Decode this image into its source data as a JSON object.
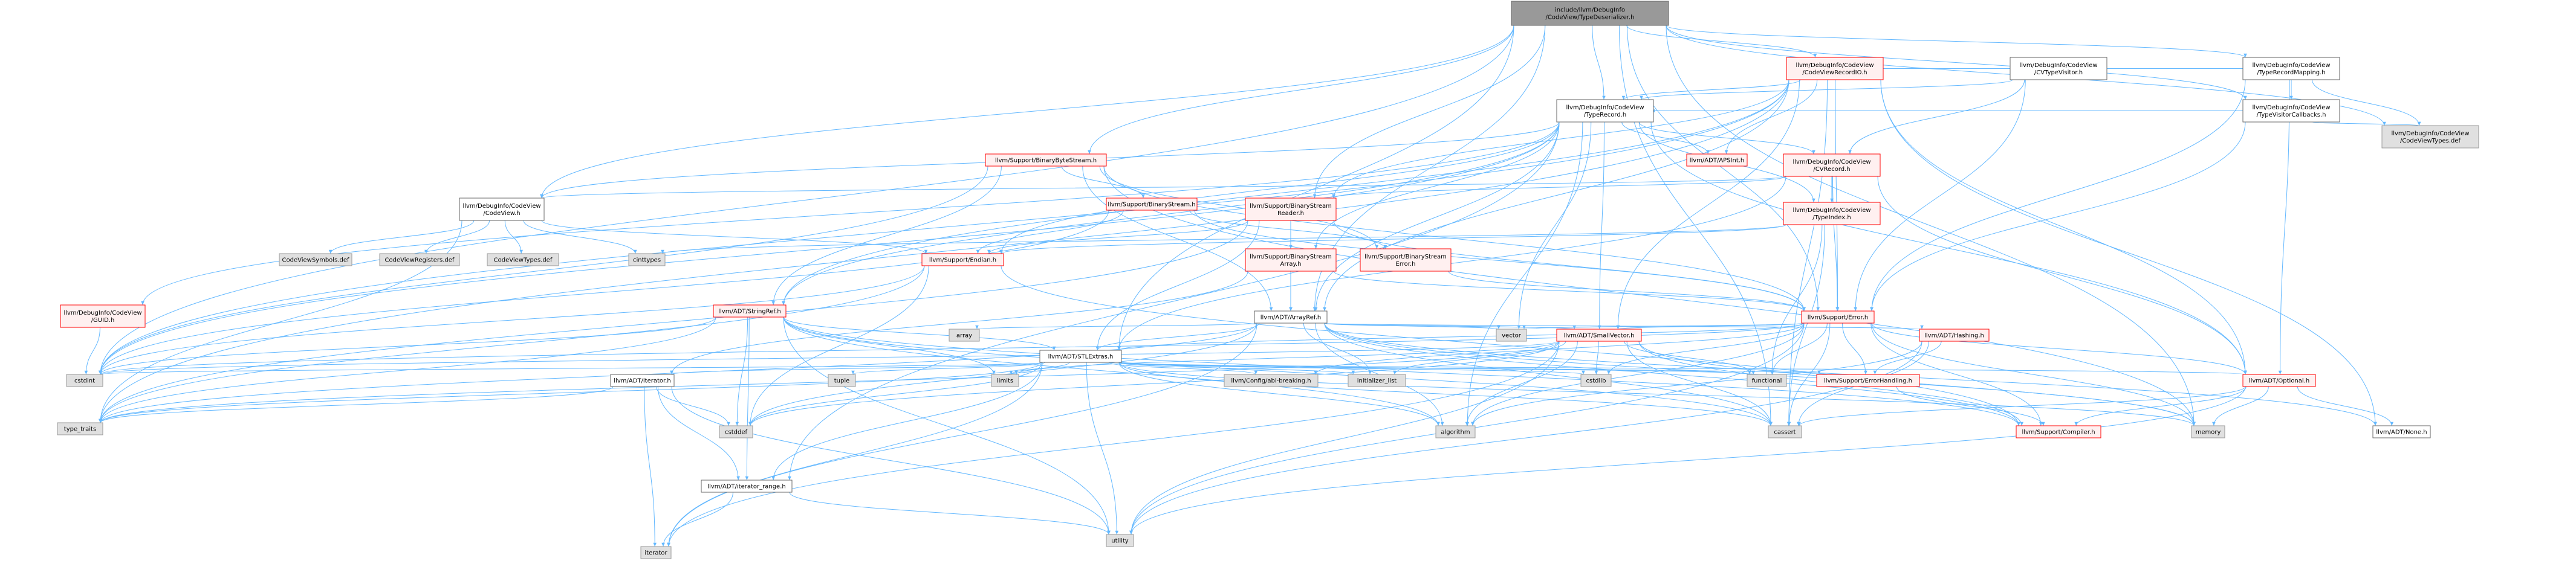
{
  "nodes": [
    {
      "id": "root",
      "lines": [
        "include/llvm/DebugInfo",
        "/CodeView/TypeDeserializer.h"
      ],
      "kind": "root"
    },
    {
      "id": "cstdint",
      "lines": [
        "cstdint"
      ],
      "kind": "sys"
    },
    {
      "id": "cvview",
      "lines": [
        "llvm/DebugInfo/CodeView",
        "/CodeView.h"
      ],
      "kind": "hdr"
    },
    {
      "id": "stlextras",
      "lines": [
        "llvm/ADT/STLExtras.h"
      ],
      "kind": "hdr"
    },
    {
      "id": "arrayref",
      "lines": [
        "llvm/ADT/ArrayRef.h"
      ],
      "kind": "hdr"
    },
    {
      "id": "bytestream",
      "lines": [
        "llvm/Support/BinaryByteStream.h"
      ],
      "kind": "red"
    },
    {
      "id": "typerecord",
      "lines": [
        "llvm/DebugInfo/CodeView",
        "/TypeRecord.h"
      ],
      "kind": "hdr"
    },
    {
      "id": "streamreader",
      "lines": [
        "llvm/Support/BinaryStream",
        "Reader.h"
      ],
      "kind": "red"
    },
    {
      "id": "cvrecordio",
      "lines": [
        "llvm/DebugInfo/CodeView",
        "/CodeViewRecordIO.h"
      ],
      "kind": "red"
    },
    {
      "id": "cvtypevisitor",
      "lines": [
        "llvm/DebugInfo/CodeView",
        "/CVTypeVisitor.h"
      ],
      "kind": "hdr"
    },
    {
      "id": "typerecmap",
      "lines": [
        "llvm/DebugInfo/CodeView",
        "/TypeRecordMapping.h"
      ],
      "kind": "hdr"
    },
    {
      "id": "typevisitorcb",
      "lines": [
        "llvm/DebugInfo/CodeView",
        "/TypeVisitorCallbacks.h"
      ],
      "kind": "hdr"
    },
    {
      "id": "cvtypesdef",
      "lines": [
        "llvm/DebugInfo/CodeView",
        "/CodeViewTypes.def"
      ],
      "kind": "sys"
    },
    {
      "id": "apsint",
      "lines": [
        "llvm/ADT/APSInt.h"
      ],
      "kind": "red"
    },
    {
      "id": "cvrecord",
      "lines": [
        "llvm/DebugInfo/CodeView",
        "/CVRecord.h"
      ],
      "kind": "red"
    },
    {
      "id": "typeindex",
      "lines": [
        "llvm/DebugInfo/CodeView",
        "/TypeIndex.h"
      ],
      "kind": "red"
    },
    {
      "id": "guid",
      "lines": [
        "llvm/DebugInfo/CodeView",
        "/GUID.h"
      ],
      "kind": "red"
    },
    {
      "id": "binstream",
      "lines": [
        "llvm/Support/BinaryStream.h"
      ],
      "kind": "red"
    },
    {
      "id": "binstreamarray",
      "lines": [
        "llvm/Support/BinaryStream",
        "Array.h"
      ],
      "kind": "red"
    },
    {
      "id": "binstreamerror",
      "lines": [
        "llvm/Support/BinaryStream",
        "Error.h"
      ],
      "kind": "red"
    },
    {
      "id": "cvsymdef",
      "lines": [
        "CodeViewSymbols.def"
      ],
      "kind": "sys"
    },
    {
      "id": "cvregdef",
      "lines": [
        "CodeViewRegisters.def"
      ],
      "kind": "sys"
    },
    {
      "id": "cvtypesdef2",
      "lines": [
        "CodeViewTypes.def"
      ],
      "kind": "sys"
    },
    {
      "id": "cinttypes",
      "lines": [
        "cinttypes"
      ],
      "kind": "sys"
    },
    {
      "id": "endian",
      "lines": [
        "llvm/Support/Endian.h"
      ],
      "kind": "red"
    },
    {
      "id": "stringref",
      "lines": [
        "llvm/ADT/StringRef.h"
      ],
      "kind": "red"
    },
    {
      "id": "error",
      "lines": [
        "llvm/Support/Error.h"
      ],
      "kind": "red"
    },
    {
      "id": "array",
      "lines": [
        "array"
      ],
      "kind": "sys"
    },
    {
      "id": "vector",
      "lines": [
        "vector"
      ],
      "kind": "sys"
    },
    {
      "id": "smallvector",
      "lines": [
        "llvm/ADT/SmallVector.h"
      ],
      "kind": "red"
    },
    {
      "id": "hashing",
      "lines": [
        "llvm/ADT/Hashing.h"
      ],
      "kind": "red"
    },
    {
      "id": "optional",
      "lines": [
        "llvm/ADT/Optional.h"
      ],
      "kind": "red"
    },
    {
      "id": "iterator",
      "lines": [
        "llvm/ADT/iterator.h"
      ],
      "kind": "hdr"
    },
    {
      "id": "typetraits",
      "lines": [
        "type_traits"
      ],
      "kind": "sys"
    },
    {
      "id": "tuple",
      "lines": [
        "tuple"
      ],
      "kind": "sys"
    },
    {
      "id": "limits",
      "lines": [
        "limits"
      ],
      "kind": "sys"
    },
    {
      "id": "abibreaking",
      "lines": [
        "llvm/Config/abi-breaking.h"
      ],
      "kind": "sys"
    },
    {
      "id": "initlist",
      "lines": [
        "initializer_list"
      ],
      "kind": "sys"
    },
    {
      "id": "cstdlib",
      "lines": [
        "cstdlib"
      ],
      "kind": "sys"
    },
    {
      "id": "functional",
      "lines": [
        "functional"
      ],
      "kind": "sys"
    },
    {
      "id": "errhandling",
      "lines": [
        "llvm/Support/ErrorHandling.h"
      ],
      "kind": "red"
    },
    {
      "id": "cstddef",
      "lines": [
        "cstddef"
      ],
      "kind": "sys"
    },
    {
      "id": "itrange",
      "lines": [
        "llvm/ADT/iterator_range.h"
      ],
      "kind": "hdr"
    },
    {
      "id": "algorithm",
      "lines": [
        "algorithm"
      ],
      "kind": "sys"
    },
    {
      "id": "cassert",
      "lines": [
        "cassert"
      ],
      "kind": "sys"
    },
    {
      "id": "memory",
      "lines": [
        "memory"
      ],
      "kind": "sys"
    },
    {
      "id": "compiler",
      "lines": [
        "llvm/Support/Compiler.h"
      ],
      "kind": "red"
    },
    {
      "id": "none",
      "lines": [
        "llvm/ADT/None.h"
      ],
      "kind": "hdr"
    },
    {
      "id": "iteratorstd",
      "lines": [
        "iterator"
      ],
      "kind": "sys"
    },
    {
      "id": "utility",
      "lines": [
        "utility"
      ],
      "kind": "sys"
    }
  ],
  "edges": [
    [
      "root",
      "cstdint"
    ],
    [
      "root",
      "cvview"
    ],
    [
      "root",
      "stlextras"
    ],
    [
      "root",
      "arrayref"
    ],
    [
      "root",
      "bytestream"
    ],
    [
      "root",
      "typerecord"
    ],
    [
      "root",
      "streamreader"
    ],
    [
      "root",
      "cvrecordio"
    ],
    [
      "root",
      "typerecmap"
    ],
    [
      "root",
      "typevisitorcb"
    ],
    [
      "root",
      "cvtypesdef"
    ],
    [
      "root",
      "error"
    ],
    [
      "root",
      "cassert"
    ],
    [
      "root",
      "memory"
    ],
    [
      "typerecmap",
      "cvrecordio"
    ],
    [
      "typerecmap",
      "typevisitorcb"
    ],
    [
      "typerecmap",
      "cvtypesdef"
    ],
    [
      "typerecmap",
      "optional"
    ],
    [
      "typerecmap",
      "error"
    ],
    [
      "typevisitorcb",
      "typerecord"
    ],
    [
      "typevisitorcb",
      "cvtypesdef"
    ],
    [
      "typevisitorcb",
      "error"
    ],
    [
      "cvtypevisitor",
      "cvrecord"
    ],
    [
      "cvtypevisitor",
      "typerecord"
    ],
    [
      "cvtypevisitor",
      "error"
    ],
    [
      "cvrecordio",
      "typerecord"
    ],
    [
      "cvrecordio",
      "apsint"
    ],
    [
      "cvrecordio",
      "arrayref"
    ],
    [
      "cvrecordio",
      "optional"
    ],
    [
      "cvrecordio",
      "smallvector"
    ],
    [
      "cvrecordio",
      "stringref"
    ],
    [
      "cvrecordio",
      "streamreader"
    ],
    [
      "cvrecordio",
      "error"
    ],
    [
      "cvrecordio",
      "cassert"
    ],
    [
      "cvrecordio",
      "cstdint"
    ],
    [
      "cvrecordio",
      "typetraits"
    ],
    [
      "cvrecordio",
      "none"
    ],
    [
      "typerecord",
      "apsint"
    ],
    [
      "typerecord",
      "arrayref"
    ],
    [
      "typerecord",
      "optional"
    ],
    [
      "typerecord",
      "stringref"
    ],
    [
      "typerecord",
      "itrange"
    ],
    [
      "typerecord",
      "cvview"
    ],
    [
      "typerecord",
      "cvrecord"
    ],
    [
      "typerecord",
      "guid"
    ],
    [
      "typerecord",
      "typeindex"
    ],
    [
      "typerecord",
      "binstreamarray"
    ],
    [
      "typerecord",
      "endian"
    ],
    [
      "typerecord",
      "algorithm"
    ],
    [
      "typerecord",
      "cstdint"
    ],
    [
      "typerecord",
      "vector"
    ],
    [
      "typerecord",
      "smallvector"
    ],
    [
      "cvrecord",
      "stlextras"
    ],
    [
      "cvrecord",
      "cvview"
    ],
    [
      "cvrecord",
      "streamreader"
    ],
    [
      "cvrecord",
      "error"
    ],
    [
      "cvrecord",
      "typeindex"
    ],
    [
      "cvrecord",
      "optional"
    ],
    [
      "typeindex",
      "endian"
    ],
    [
      "typeindex",
      "cassert"
    ],
    [
      "typeindex",
      "cinttypes"
    ],
    [
      "typeindex",
      "functional"
    ],
    [
      "guid",
      "cstdint"
    ],
    [
      "cvview",
      "cvsymdef"
    ],
    [
      "cvview",
      "cvregdef"
    ],
    [
      "cvview",
      "cvtypesdef2"
    ],
    [
      "cvview",
      "cinttypes"
    ],
    [
      "cvview",
      "typetraits"
    ],
    [
      "cvview",
      "endian"
    ],
    [
      "bytestream",
      "arrayref"
    ],
    [
      "bytestream",
      "stringref"
    ],
    [
      "bytestream",
      "binstream"
    ],
    [
      "bytestream",
      "binstreamerror"
    ],
    [
      "bytestream",
      "error"
    ],
    [
      "bytestream",
      "memory"
    ],
    [
      "bytestream",
      "cstdint"
    ],
    [
      "bytestream",
      "cstring"
    ],
    [
      "streamreader",
      "arrayref"
    ],
    [
      "streamreader",
      "stlextras"
    ],
    [
      "streamreader",
      "binstreamarray"
    ],
    [
      "streamreader",
      "endian"
    ],
    [
      "streamreader",
      "error"
    ],
    [
      "streamreader",
      "typetraits"
    ],
    [
      "binstream",
      "binstreamerror"
    ],
    [
      "binstream",
      "endian"
    ],
    [
      "binstream",
      "error"
    ],
    [
      "binstream",
      "cstdint"
    ],
    [
      "binstreamarray",
      "arrayref"
    ],
    [
      "binstreamarray",
      "iterator"
    ],
    [
      "binstreamarray",
      "error"
    ],
    [
      "binstreamerror",
      "error"
    ],
    [
      "endian",
      "compiler"
    ],
    [
      "endian",
      "cstdint"
    ],
    [
      "endian",
      "typetraits"
    ],
    [
      "endian",
      "cstddef"
    ],
    [
      "arrayref",
      "hashing"
    ],
    [
      "arrayref",
      "none"
    ],
    [
      "arrayref",
      "smallvector"
    ],
    [
      "arrayref",
      "stlextras"
    ],
    [
      "arrayref",
      "compiler"
    ],
    [
      "arrayref",
      "algorithm"
    ],
    [
      "arrayref",
      "array"
    ],
    [
      "arrayref",
      "cassert"
    ],
    [
      "arrayref",
      "cstddef"
    ],
    [
      "arrayref",
      "initlist"
    ],
    [
      "arrayref",
      "iteratorstd"
    ],
    [
      "arrayref",
      "memory"
    ],
    [
      "arrayref",
      "typetraits"
    ],
    [
      "arrayref",
      "vector"
    ],
    [
      "stringref",
      "stlextras"
    ],
    [
      "stringref",
      "itrange"
    ],
    [
      "stringref",
      "compiler"
    ],
    [
      "stringref",
      "algorithm"
    ],
    [
      "stringref",
      "cassert"
    ],
    [
      "stringref",
      "cstddef"
    ],
    [
      "stringref",
      "cstring"
    ],
    [
      "stringref",
      "limits"
    ],
    [
      "stringref",
      "typetraits"
    ],
    [
      "stringref",
      "utility"
    ],
    [
      "stringref",
      "cstdint"
    ],
    [
      "error",
      "stlextras"
    ],
    [
      "error",
      "smallvector"
    ],
    [
      "error",
      "abibreaking"
    ],
    [
      "error",
      "compiler"
    ],
    [
      "error",
      "errhandling"
    ],
    [
      "error",
      "algorithm"
    ],
    [
      "error",
      "cassert"
    ],
    [
      "error",
      "cstdint"
    ],
    [
      "error",
      "cstdlib"
    ],
    [
      "error",
      "functional"
    ],
    [
      "error",
      "memory"
    ],
    [
      "error",
      "vector"
    ],
    [
      "error",
      "utility"
    ],
    [
      "error",
      "optional"
    ],
    [
      "hashing",
      "errhandling"
    ],
    [
      "hashing",
      "algorithm"
    ],
    [
      "hashing",
      "cassert"
    ],
    [
      "hashing",
      "utility"
    ],
    [
      "smallvector",
      "compiler"
    ],
    [
      "smallvector",
      "algorithm"
    ],
    [
      "smallvector",
      "cassert"
    ],
    [
      "smallvector",
      "cstddef"
    ],
    [
      "smallvector",
      "cstdlib"
    ],
    [
      "smallvector",
      "functional"
    ],
    [
      "smallvector",
      "initlist"
    ],
    [
      "smallvector",
      "iteratorstd"
    ],
    [
      "smallvector",
      "limits"
    ],
    [
      "smallvector",
      "memory"
    ],
    [
      "smallvector",
      "utility"
    ],
    [
      "smallvector",
      "typetraits"
    ],
    [
      "smallvector",
      "cstdint"
    ],
    [
      "stlextras",
      "optional"
    ],
    [
      "stlextras",
      "iterator"
    ],
    [
      "stlextras",
      "itrange"
    ],
    [
      "stlextras",
      "abibreaking"
    ],
    [
      "stlextras",
      "errhandling"
    ],
    [
      "stlextras",
      "algorithm"
    ],
    [
      "stlextras",
      "cassert"
    ],
    [
      "stlextras",
      "cstddef"
    ],
    [
      "stlextras",
      "cstdint"
    ],
    [
      "stlextras",
      "cstdlib"
    ],
    [
      "stlextras",
      "functional"
    ],
    [
      "stlextras",
      "initlist"
    ],
    [
      "stlextras",
      "iteratorstd"
    ],
    [
      "stlextras",
      "limits"
    ],
    [
      "stlextras",
      "memory"
    ],
    [
      "stlextras",
      "tuple"
    ],
    [
      "stlextras",
      "typetraits"
    ],
    [
      "stlextras",
      "utility"
    ],
    [
      "optional",
      "none"
    ],
    [
      "optional",
      "compiler"
    ],
    [
      "optional",
      "cassert"
    ],
    [
      "optional",
      "memory"
    ],
    [
      "optional",
      "utility"
    ],
    [
      "iterator",
      "itrange"
    ],
    [
      "iterator",
      "cstddef"
    ],
    [
      "iterator",
      "iteratorstd"
    ],
    [
      "iterator",
      "typetraits"
    ],
    [
      "iterator",
      "utility"
    ],
    [
      "itrange",
      "iteratorstd"
    ],
    [
      "itrange",
      "utility"
    ],
    [
      "errhandling",
      "compiler"
    ],
    [
      "apsint",
      "apint"
    ]
  ]
}
